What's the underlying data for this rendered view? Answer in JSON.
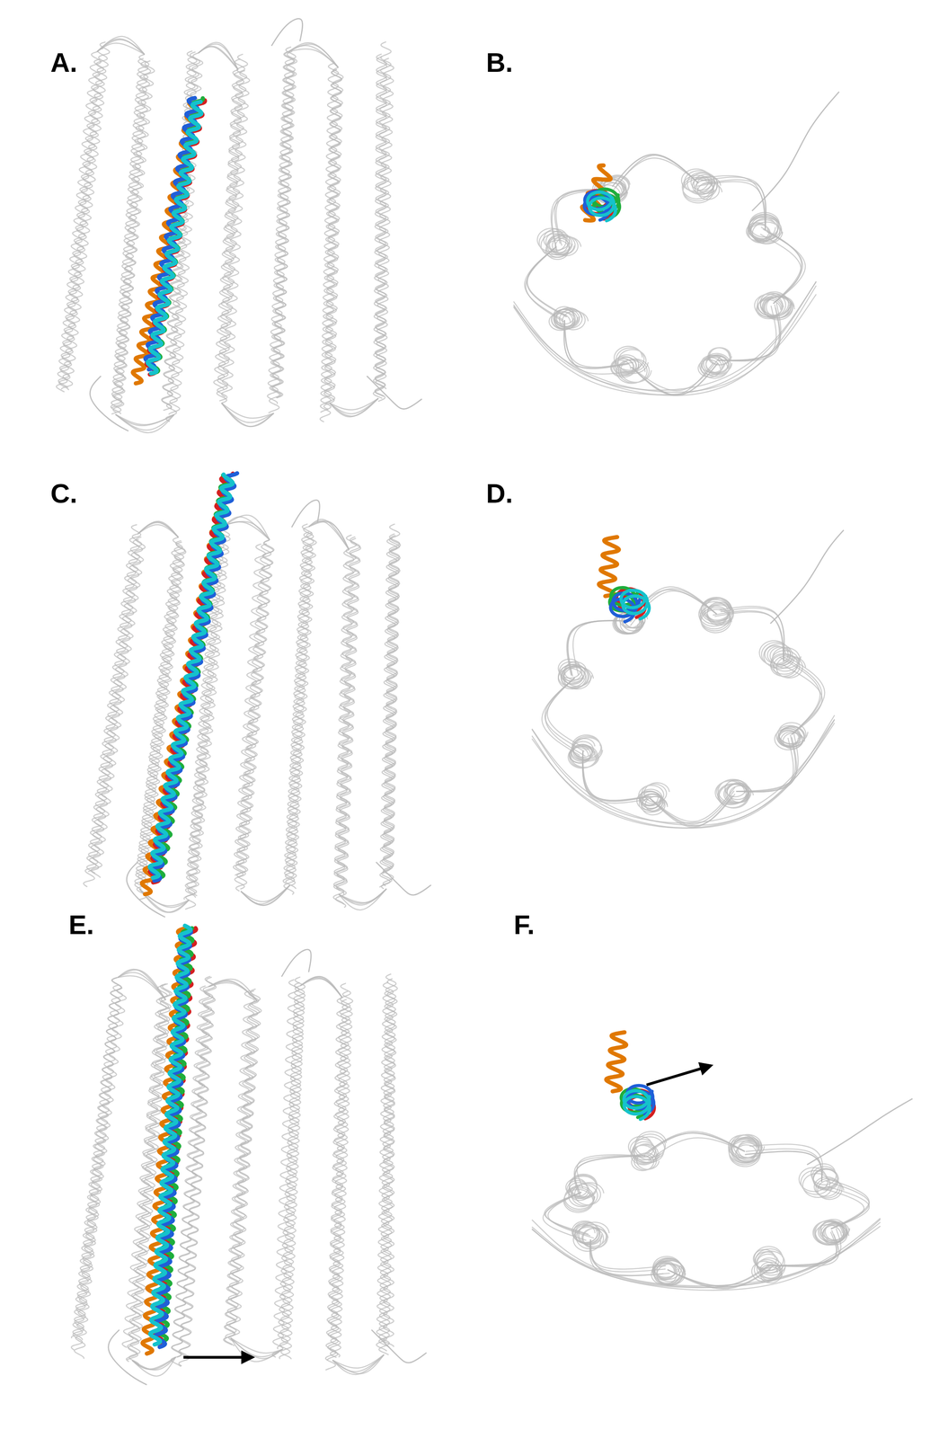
{
  "diagram": {
    "labels": [
      "A.",
      "B.",
      "C.",
      "D.",
      "E.",
      "F."
    ]
  }
}
